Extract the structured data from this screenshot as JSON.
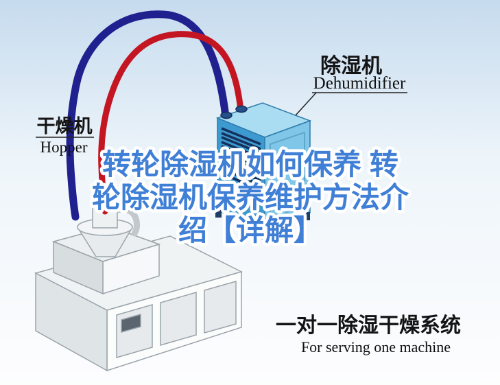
{
  "scene": {
    "background_top": "#c6dbee",
    "background_mid": "#eef5fa",
    "background_bottom": "#fdfdfe"
  },
  "title": {
    "lines": [
      "转轮除湿机如何保养 转",
      "轮除湿机保养维护方法介",
      "绍【详解】"
    ],
    "color": "#3f7fd6"
  },
  "labels": {
    "dehumidifier": {
      "cn": "除湿机",
      "en": "Dehumidifier"
    },
    "hopper": {
      "cn": "干燥机",
      "en": "Hopper"
    },
    "system": {
      "cn": "一对一除湿干燥系统",
      "en": "For serving one machine"
    }
  },
  "colors": {
    "pipe_red": "#c41522",
    "pipe_blue": "#20208f",
    "machine_front": "#3d9ad0",
    "machine_side": "#7fc6e8",
    "machine_top": "#aadcf2",
    "vent_slot": "#16305c",
    "machine_edge": "#2e7cab",
    "dryer_body": "#f0f3f4"
  }
}
